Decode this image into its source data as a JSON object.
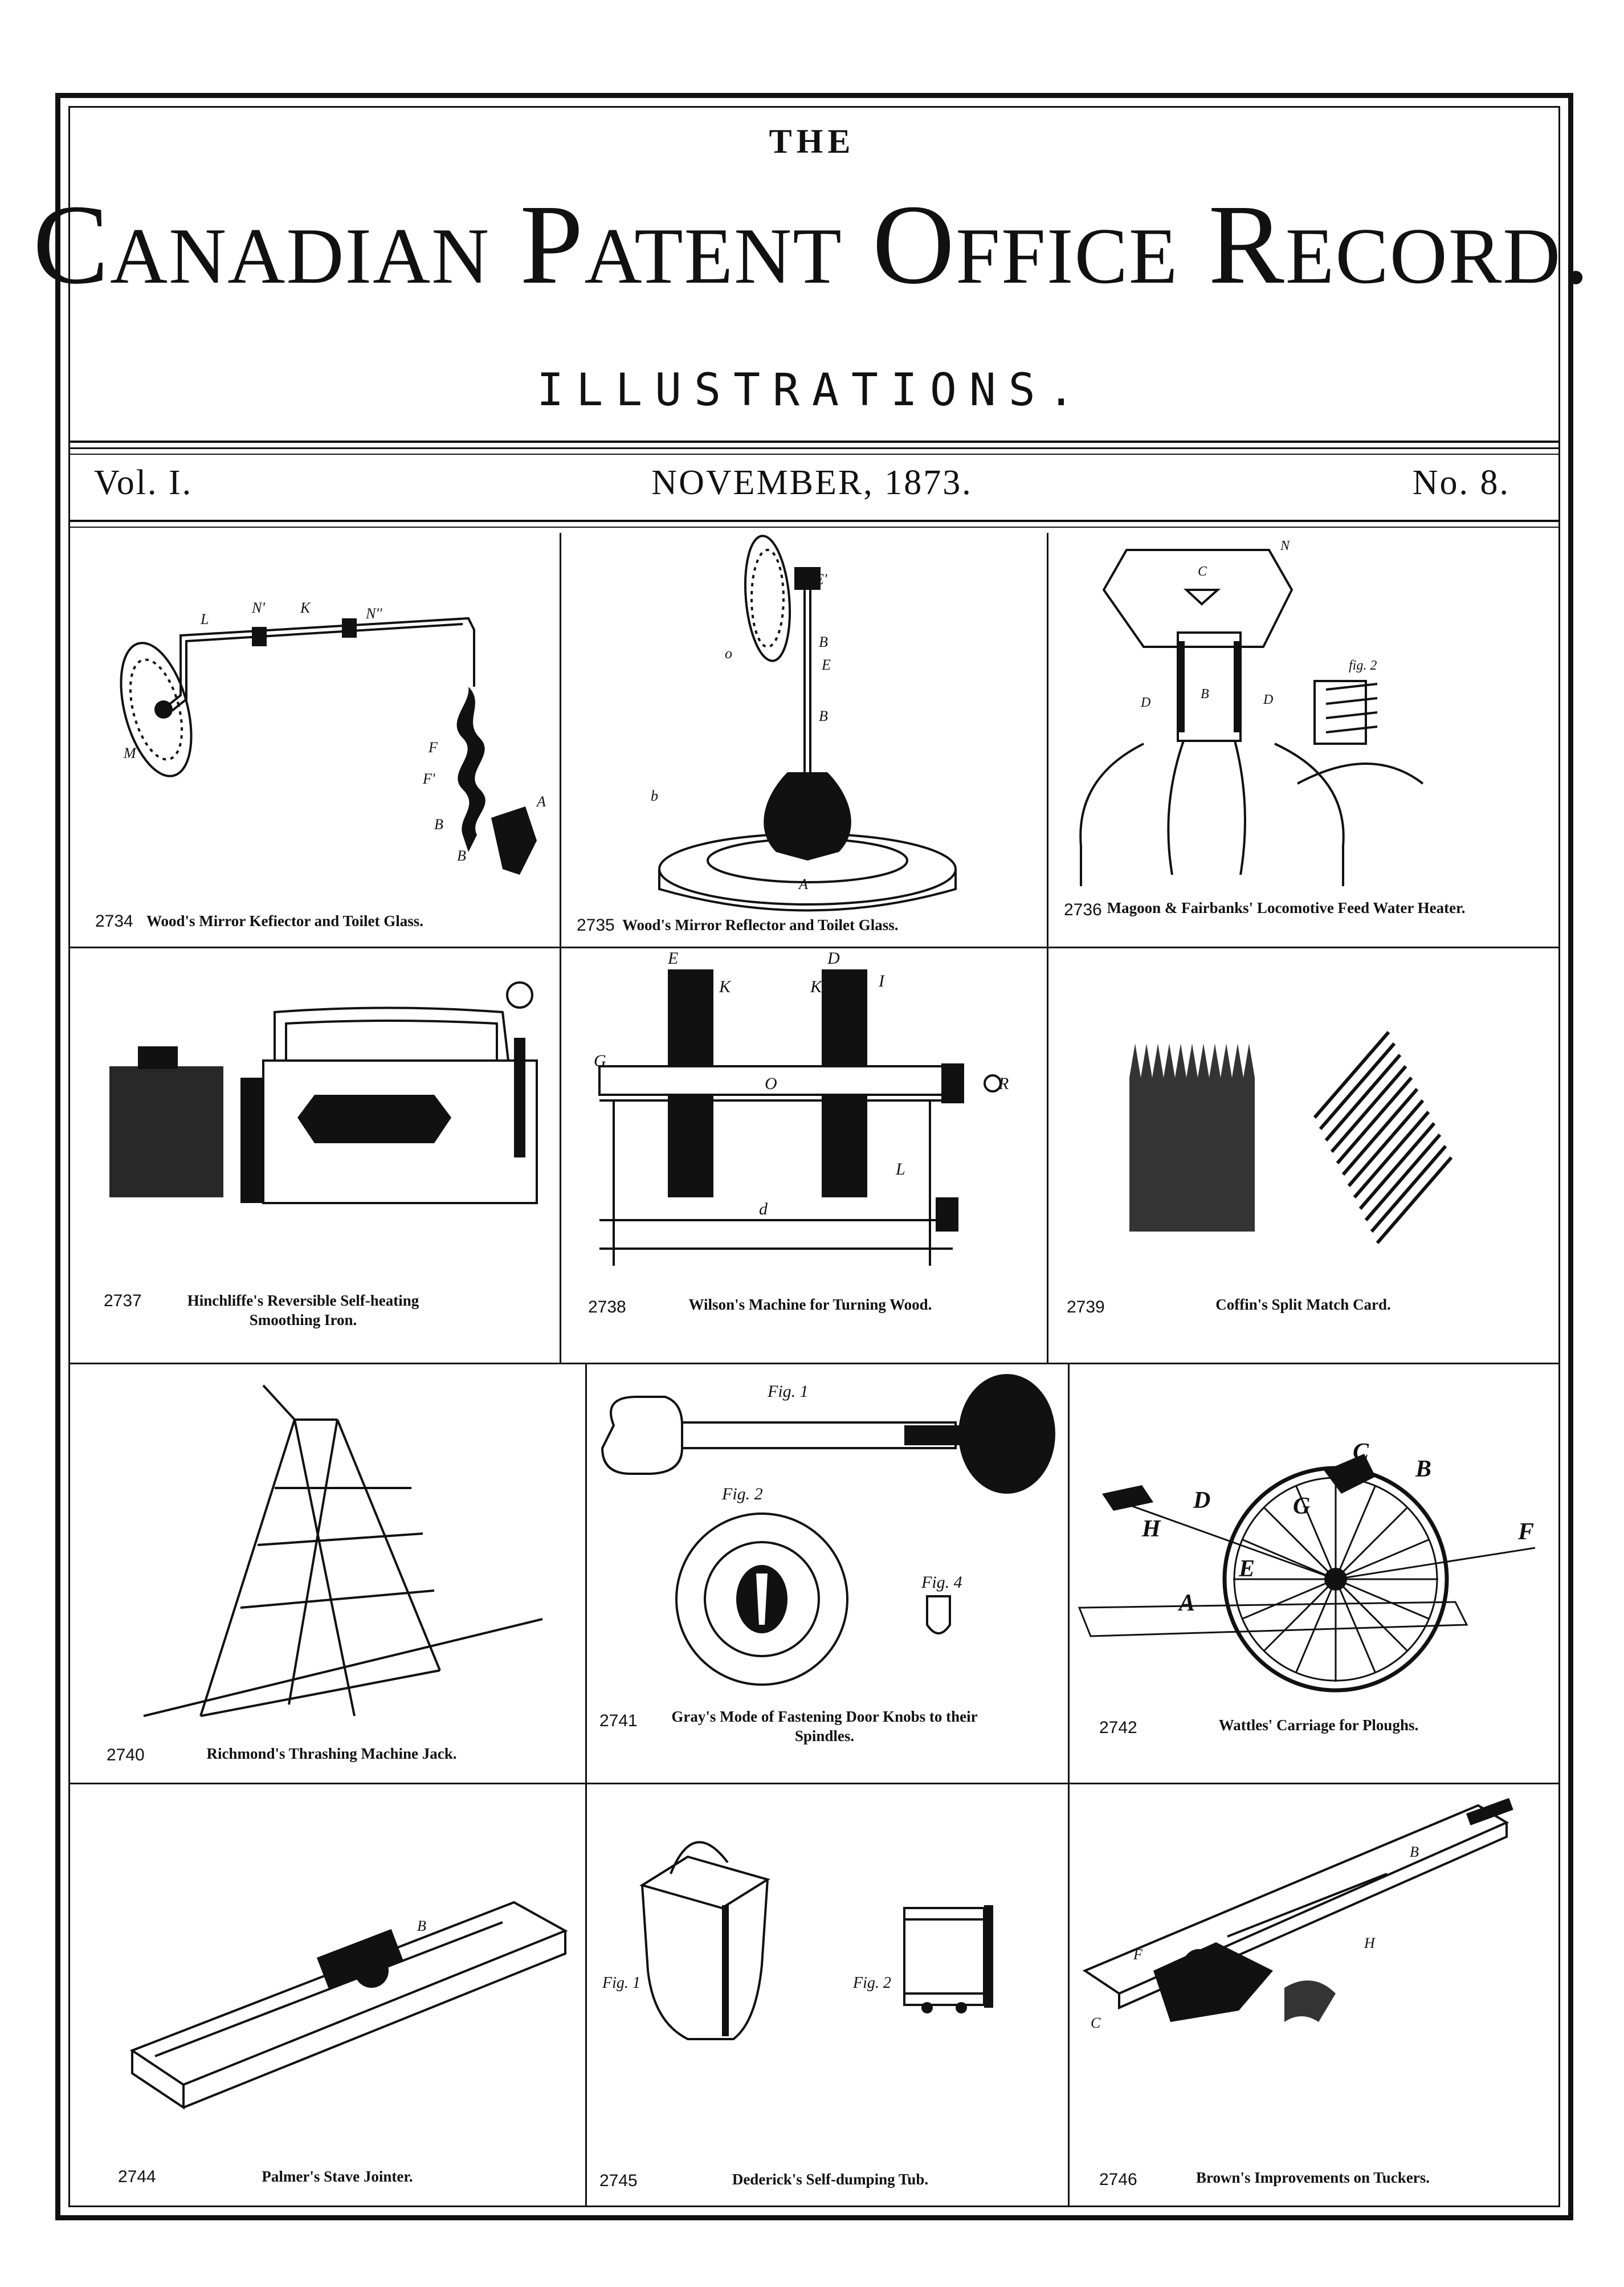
{
  "masthead": {
    "the": "THE",
    "title": "Canadian Patent Office Record.",
    "subtitle": "ILLUSTRATIONS."
  },
  "issue": {
    "volume": "Vol. I.",
    "date": "NOVEMBER, 1873.",
    "number": "No. 8."
  },
  "patents": [
    {
      "number": "2734",
      "caption": "Wood's Mirror Kefiector and Toilet Glass."
    },
    {
      "number": "2735",
      "caption": "Wood's Mirror Reflector and Toilet Glass."
    },
    {
      "number": "2736",
      "caption": "Magoon & Fairbanks' Locomotive Feed Water Heater."
    },
    {
      "number": "2737",
      "caption": "Hinchliffe's Reversible Self-heating Smoothing Iron."
    },
    {
      "number": "2738",
      "caption": "Wilson's Machine for Turning Wood."
    },
    {
      "number": "2739",
      "caption": "Coffin's Split Match Card."
    },
    {
      "number": "2740",
      "caption": "Richmond's Thrashing Machine Jack."
    },
    {
      "number": "2741",
      "caption": "Gray's Mode of Fastening Door Knobs to their Spindles."
    },
    {
      "number": "2742",
      "caption": "Wattles' Carriage for Ploughs."
    },
    {
      "number": "2744",
      "caption": "Palmer's Stave Jointer."
    },
    {
      "number": "2745",
      "caption": "Dederick's Self-dumping Tub."
    },
    {
      "number": "2746",
      "caption": "Brown's Improvements on Tuckers."
    }
  ],
  "figure_labels": {
    "fig1": "Fig. 1",
    "fig2": "Fig. 2",
    "fig4": "Fig. 4"
  }
}
